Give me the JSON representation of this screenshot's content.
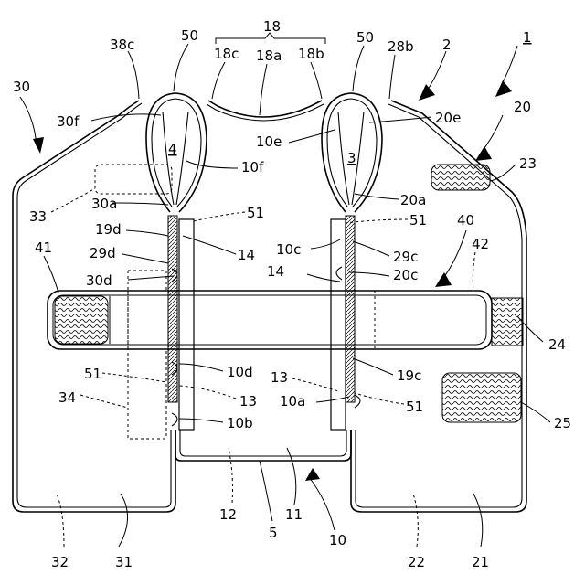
{
  "figure": {
    "labels": {
      "l1": "1",
      "l2": "2",
      "l3": "3",
      "l4": "4",
      "l5": "5",
      "l10": "10",
      "l10a": "10a",
      "l10b": "10b",
      "l10c": "10c",
      "l10d": "10d",
      "l10e": "10e",
      "l10f": "10f",
      "l11": "11",
      "l12": "12",
      "l13a": "13",
      "l13b": "13",
      "l14a": "14",
      "l14b": "14",
      "l18": "18",
      "l18a": "18a",
      "l18b": "18b",
      "l18c": "18c",
      "l19c": "19c",
      "l19d": "19d",
      "l20": "20",
      "l20a": "20a",
      "l20c": "20c",
      "l20e": "20e",
      "l21": "21",
      "l22": "22",
      "l23": "23",
      "l24": "24",
      "l25": "25",
      "l28b": "28b",
      "l29c": "29c",
      "l29d": "29d",
      "l30": "30",
      "l30a": "30a",
      "l30d": "30d",
      "l30f": "30f",
      "l31": "31",
      "l32": "32",
      "l33": "33",
      "l34": "34",
      "l38c": "38c",
      "l40": "40",
      "l41": "41",
      "l42": "42",
      "l50a": "50",
      "l50b": "50",
      "l51a": "51",
      "l51b": "51",
      "l51c": "51",
      "l51d": "51"
    }
  }
}
